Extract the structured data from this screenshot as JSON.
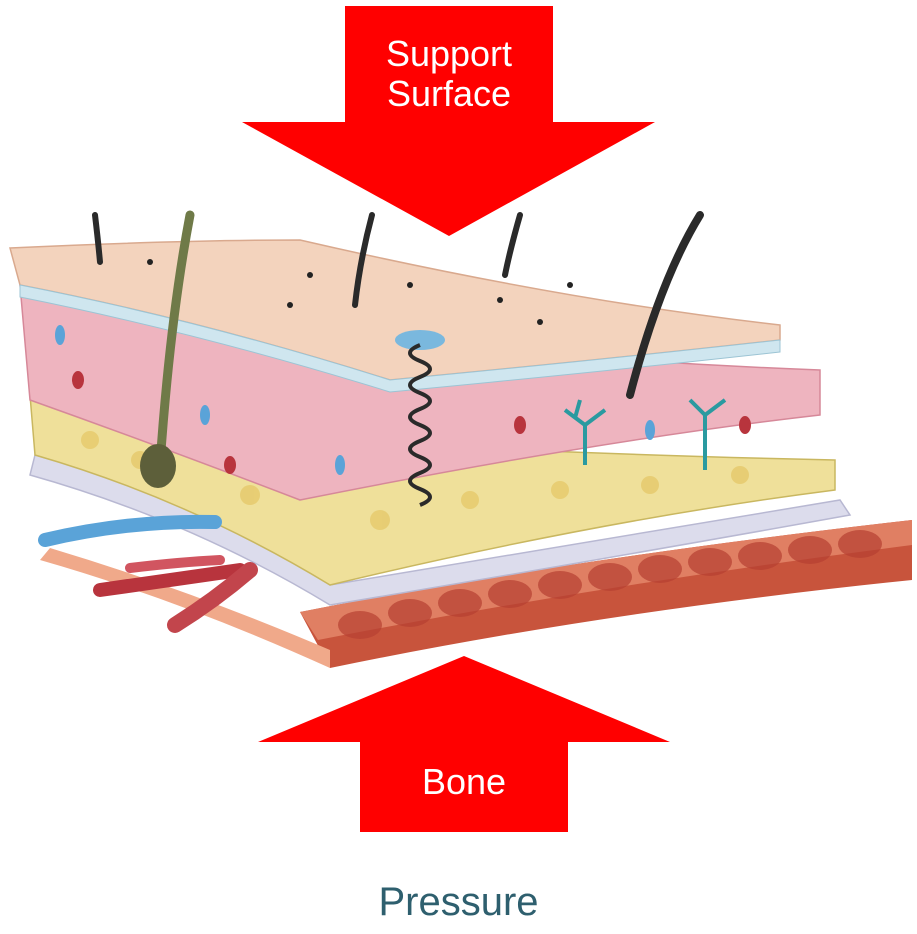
{
  "arrows": {
    "top": {
      "line1": "Support",
      "line2": "Surface"
    },
    "bottom": {
      "label": "Bone"
    }
  },
  "caption": "Pressure",
  "colors": {
    "arrow": "#ff0000",
    "caption": "#2e5f6e",
    "epidermis": "#f3d3bd",
    "dermis": "#eeb4bf",
    "subcutaneous_fat": "#efe09a",
    "fascia": "#dcdcec",
    "muscle": "#d86a4e",
    "vein": "#5aa3d8",
    "artery": "#b8343d"
  },
  "illustration": {
    "subject": "skin-layers-cross-section",
    "layers": [
      "epidermis",
      "dermis",
      "subcutaneous-fat",
      "fascia",
      "muscle"
    ]
  }
}
